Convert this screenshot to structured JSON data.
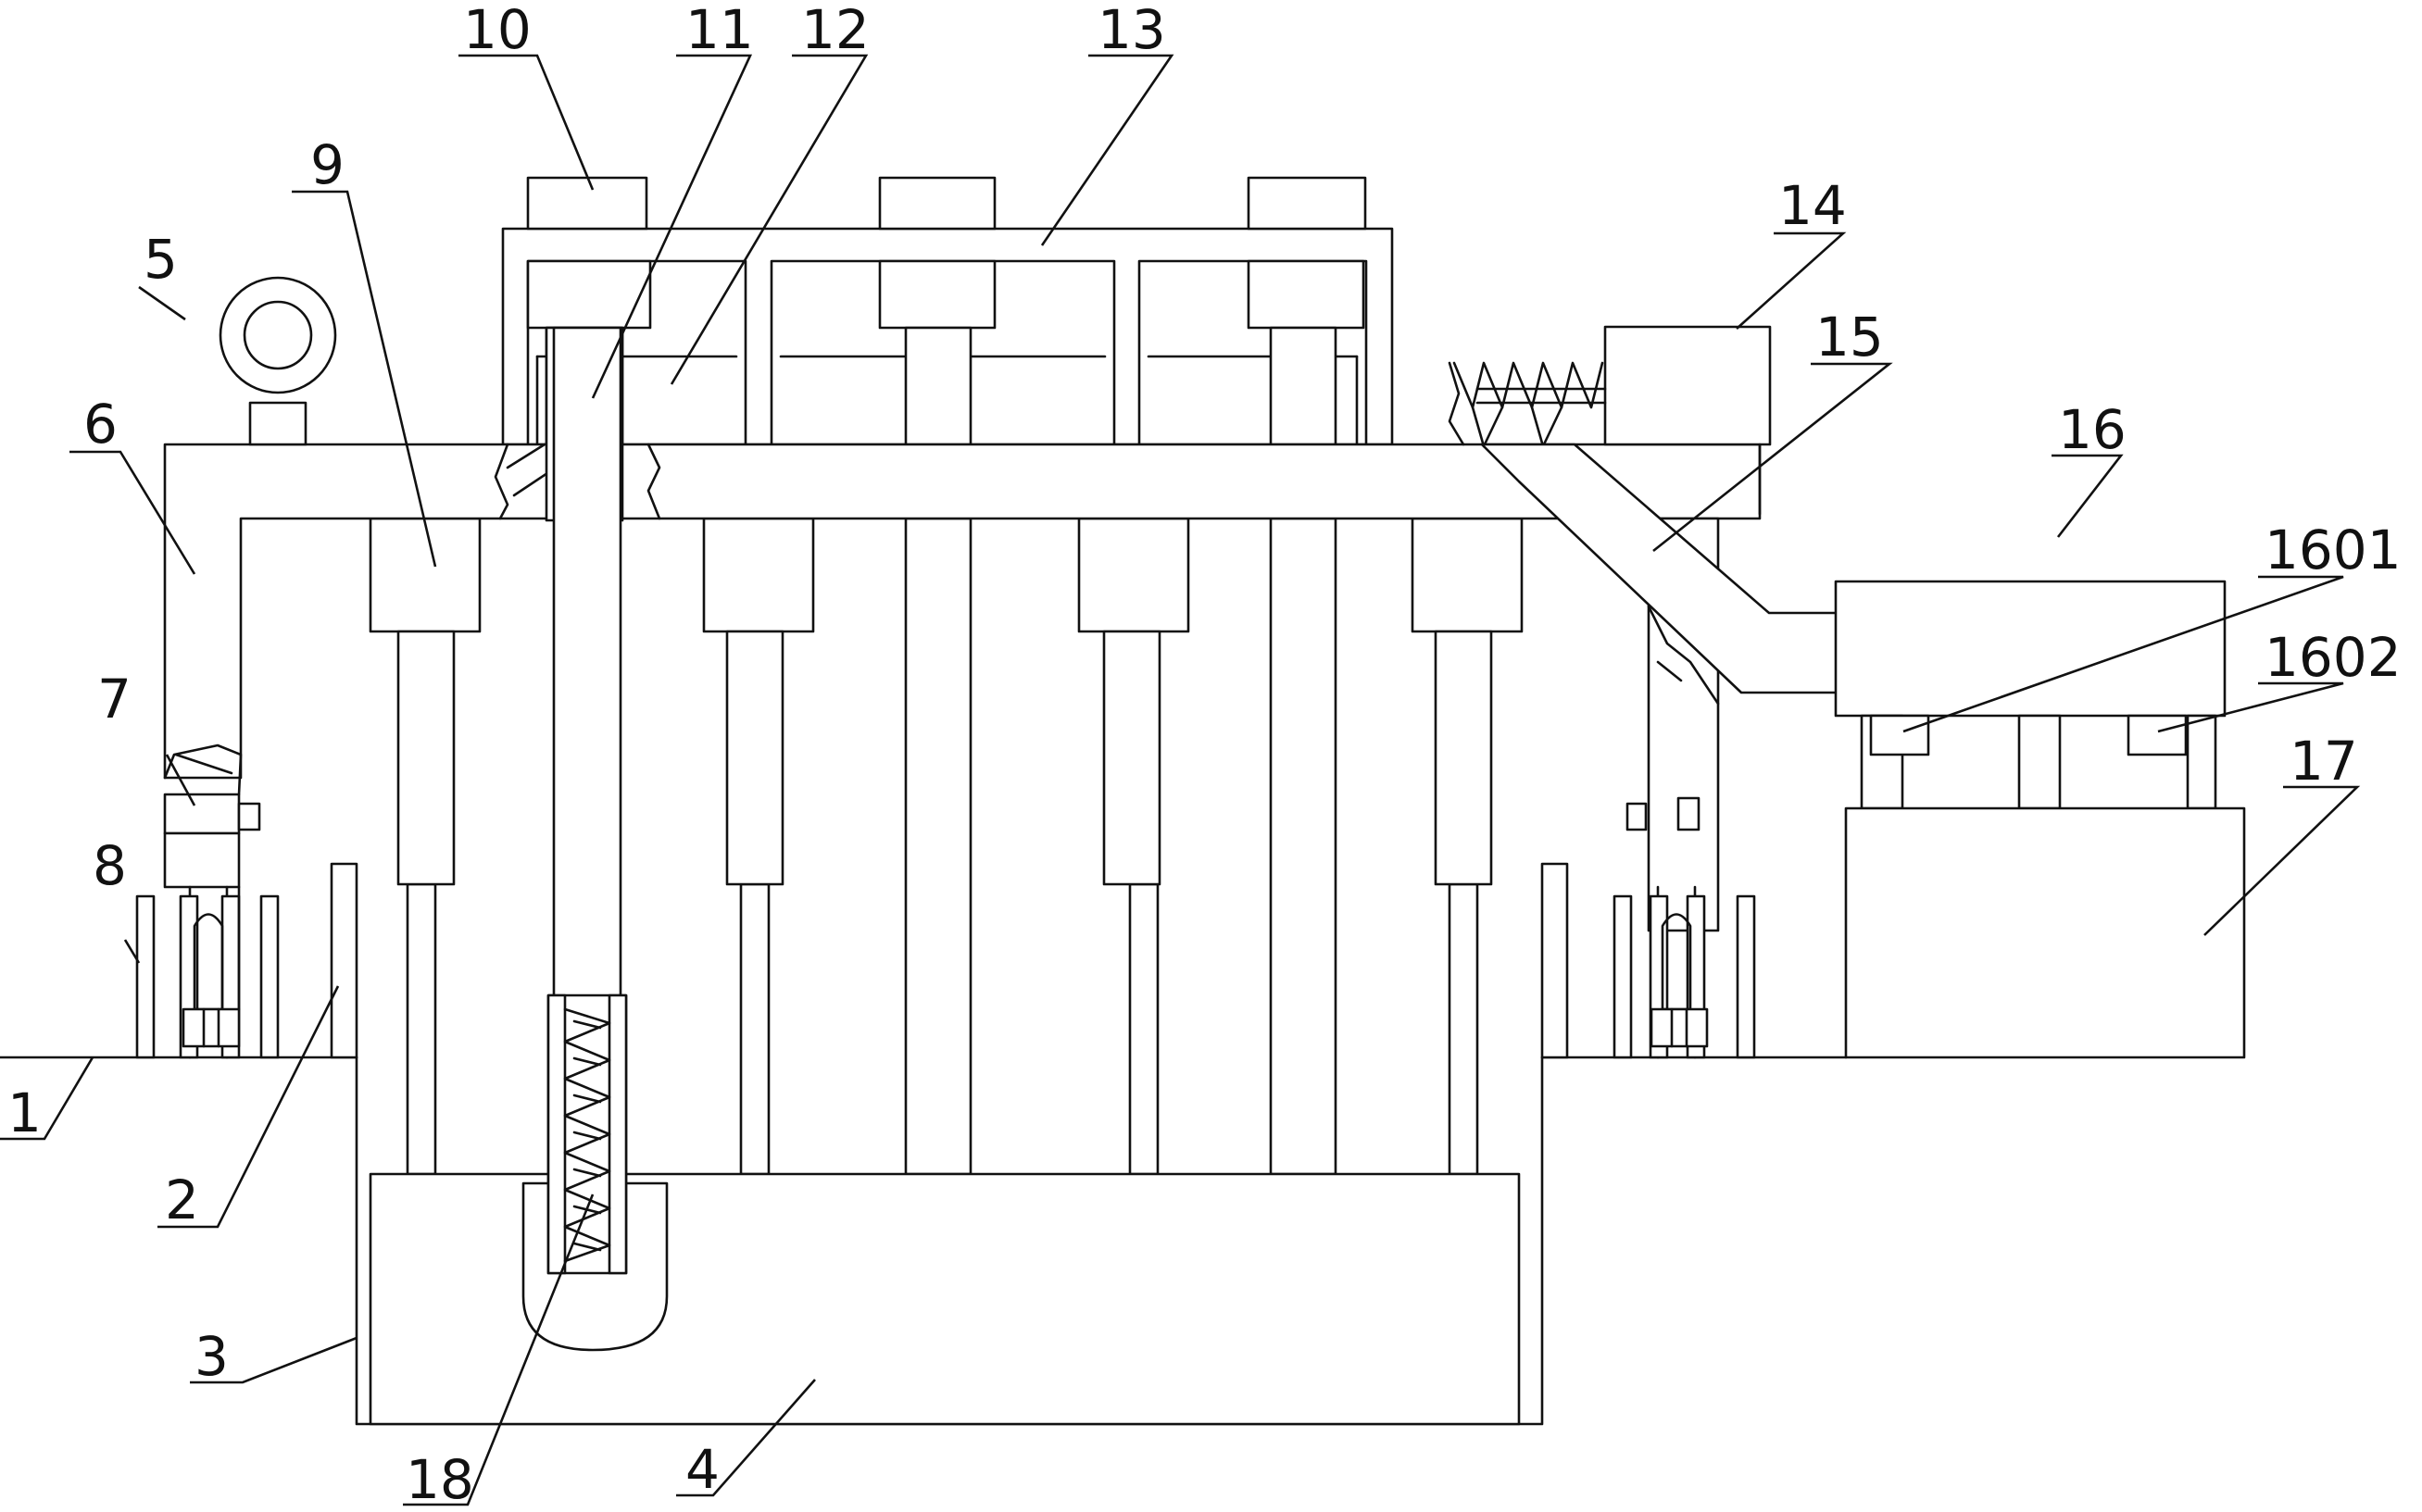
{
  "labels": {
    "l1": "1",
    "l2": "2",
    "l3": "3",
    "l4": "4",
    "l5": "5",
    "l6": "6",
    "l7": "7",
    "l8": "8",
    "l9": "9",
    "l10": "10",
    "l11": "11",
    "l12": "12",
    "l13": "13",
    "l14": "14",
    "l15": "15",
    "l16": "16",
    "l1601": "1601",
    "l1602": "1602",
    "l17": "17",
    "l18": "18"
  }
}
